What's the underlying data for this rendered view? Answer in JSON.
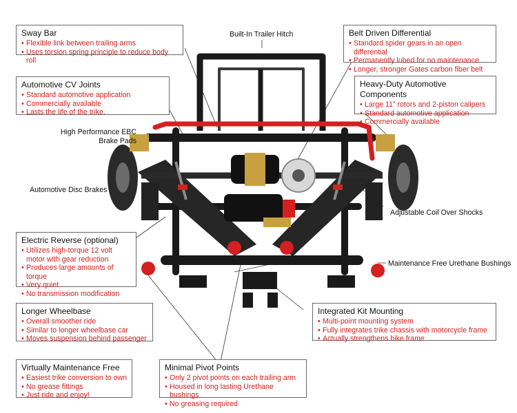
{
  "callouts": {
    "sway_bar": {
      "title": "Sway Bar",
      "bullets": [
        "Flexible link between trailing arms",
        "Uses torsion spring principle to reduce body roll"
      ]
    },
    "cv_joints": {
      "title": "Automotive CV Joints",
      "bullets": [
        "Standard automotive application",
        "Commercially available",
        "Lasts the life of the trike."
      ]
    },
    "belt_differential": {
      "title": "Belt Driven Differential",
      "bullets": [
        "Standard spider gears in an open differential",
        "Permanently lubed for no maintenance",
        "Longer, stronger Gates carbon fiber belt"
      ]
    },
    "heavy_duty": {
      "title": "Heavy-Duty Automotive Components",
      "bullets": [
        "Large 11” rotors and 2-piston calipers",
        "Standard automotive application",
        "Commercially available"
      ]
    },
    "electric_reverse": {
      "title": "Electric Reverse (optional)",
      "bullets": [
        "Utilizes high-torque 12 volt motor with gear reduction",
        "Produces large amounts of torque",
        "Very quiet",
        "No transmission modification"
      ]
    },
    "longer_wheelbase": {
      "title": "Longer Wheelbase",
      "bullets": [
        "Overall smoother ride",
        "Similar to longer wheelbase car",
        "Moves suspension behind passenger"
      ]
    },
    "integrated_mounting": {
      "title": "Integrated Kit Mounting",
      "bullets": [
        "Multi-point mounting system",
        "Fully integrates trike chassis with motorcycle frame",
        "Actually strengthens bike frame"
      ]
    },
    "maintenance_free": {
      "title": "Virtually Maintenance Free",
      "bullets": [
        "Easiest trike conversion to own",
        "No grease fittings",
        "Just ride and enjoy!"
      ]
    },
    "pivot_points": {
      "title": "Minimal Pivot Points",
      "bullets": [
        "Only 2 pivot points on each trailing arm",
        "Housed in long lasting Urethane bushings",
        "No greasing required"
      ]
    }
  },
  "labels": {
    "trailer_hitch": "Built-In Trailer Hitch",
    "brake_pads": "High Performance EBC Brake Pads",
    "disc_brakes": "Automotive Disc Brakes",
    "coil_shocks": "Adjustable Coil Over Shocks",
    "urethane_bushings": "Maintenance Free Urethane Bushings"
  },
  "colors": {
    "accent_red": "#d32020",
    "frame_black": "#1a1a1a",
    "brass": "#c8a040"
  }
}
